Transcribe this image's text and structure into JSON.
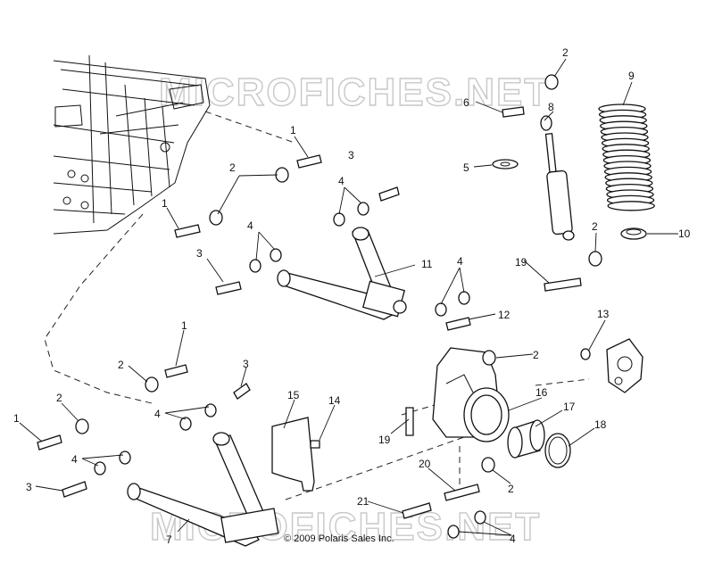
{
  "watermark": "MICROFICHES.NET",
  "copyright": "© 2009 Polaris Sales Inc.",
  "callouts": {
    "c1a": "1",
    "c1b": "1",
    "c1c": "1",
    "c1d": "1",
    "c2a": "2",
    "c2b": "2",
    "c2c": "2",
    "c2d": "2",
    "c2e": "2",
    "c2f": "2",
    "c2g": "2",
    "c3a": "3",
    "c3b": "3",
    "c3c": "3",
    "c3d": "3",
    "c4a": "4",
    "c4b": "4",
    "c4c": "4",
    "c4d": "4",
    "c4e": "4",
    "c4f": "4",
    "c5": "5",
    "c6": "6",
    "c7": "7",
    "c8": "8",
    "c9": "9",
    "c10": "10",
    "c11": "11",
    "c12": "12",
    "c13": "13",
    "c14": "14",
    "c15": "15",
    "c16": "16",
    "c17": "17",
    "c18": "18",
    "c19a": "19",
    "c19b": "19",
    "c20": "20",
    "c21": "21"
  },
  "colors": {
    "line": "#111111",
    "watermark": "#c8c8c8",
    "background": "#ffffff"
  }
}
